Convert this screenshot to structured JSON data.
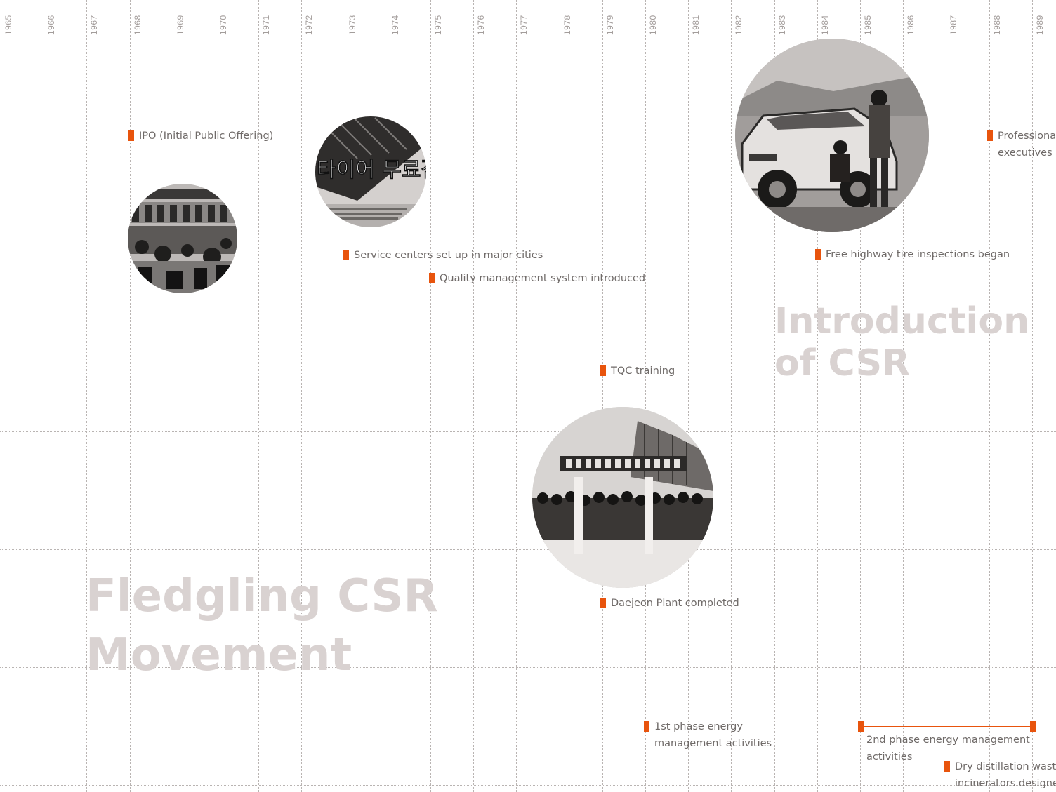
{
  "years": [
    "1965",
    "1966",
    "1967",
    "1968",
    "1969",
    "1970",
    "1971",
    "1972",
    "1973",
    "1974",
    "1975",
    "1976",
    "1977",
    "1978",
    "1979",
    "1980",
    "1981",
    "1982",
    "1983",
    "1984",
    "1985",
    "1986",
    "1987",
    "1988",
    "1989"
  ],
  "eras": {
    "fledgling": {
      "line1": "Fledgling CSR",
      "line2": "Movement"
    },
    "introduction": {
      "line1": "Introduction",
      "line2": "of CSR"
    }
  },
  "events": {
    "ipo": "IPO (Initial Public Offering)",
    "service_centers": "Service centers set up in major cities",
    "quality_mgmt": "Quality management system introduced",
    "tqc": "TQC training",
    "daejeon": "Daejeon Plant completed",
    "energy1_line1": "1st phase energy",
    "energy1_line2": "management activities",
    "highway": "Free highway tire inspections began",
    "professional_line1": "Professional",
    "professional_line2": "executives",
    "energy2_line1": "2nd phase energy management",
    "energy2_line2": "activities",
    "dry_line1": "Dry distillation waste",
    "dry_line2": "incinerators designed"
  },
  "photos": {
    "poster_text": "타이어 무료점검"
  },
  "colors": {
    "accent": "#e8540d",
    "era_text": "#d9d2d1",
    "grid": "#b9b4b2",
    "body_text": "#6f6a68"
  }
}
